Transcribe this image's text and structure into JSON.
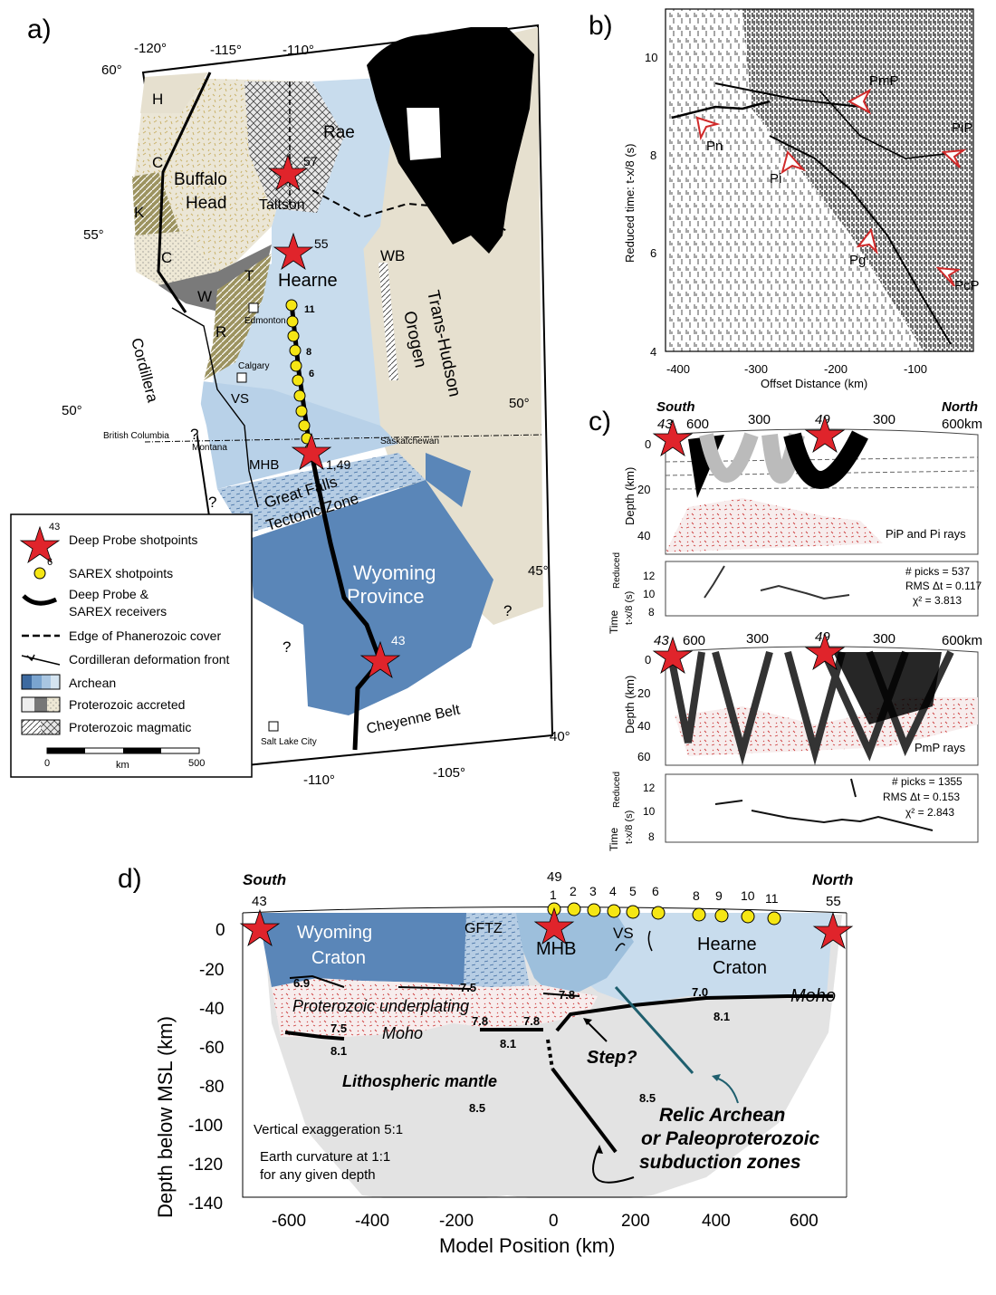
{
  "panel_letters": {
    "a": "a)",
    "b": "b)",
    "c": "c)",
    "d": "d)"
  },
  "colors": {
    "archean_dark": "#5a86b8",
    "archean_mid": "#9dbfdc",
    "archean_light": "#c8dced",
    "proterozoic_tan": "#e6e0cf",
    "relic_line": "#1f5f6e",
    "star_red": "#e0242b",
    "dot_yellow": "#f5e614",
    "mantle_grey": "#e3e3e3",
    "underplating_red": "#cc3b3b"
  },
  "map": {
    "lon_labels": [
      "-120°",
      "-115°",
      "-110°",
      "-110°",
      "-105°"
    ],
    "lat_labels": [
      "60°",
      "55°",
      "50°",
      "50°",
      "45°",
      "40°"
    ],
    "provinces": {
      "H": "H",
      "C1": "C",
      "C2": "C",
      "K": "K",
      "T": "T",
      "W": "W",
      "R": "R",
      "buffalo": "Buffalo",
      "head": "Head",
      "taltson": "Taltson",
      "rae": "Rae",
      "hearne": "Hearne",
      "wb": "WB",
      "trans": "Trans-Hudson",
      "orogen": "Orogen",
      "cordillera": "Cordillera",
      "vs": "VS",
      "mhb": "MHB",
      "great_falls": "Great  Falls",
      "tectonic_zone": "Tectonic Zone",
      "wyoming": "Wyoming",
      "province": "Province",
      "cheyenne": "Cheyenne Belt"
    },
    "places": {
      "edmonton": "Edmonton",
      "calgary": "Calgary",
      "salt_lake": "Salt Lake City",
      "bc": "British Columbia",
      "montana": "Montana",
      "saskatchewan": "Saskatchewan"
    },
    "question": "?",
    "shotpoints": {
      "sp57": "57",
      "sp55": "55",
      "sp49": "1,49",
      "sp43": "43"
    },
    "sarex_labels": {
      "s11": "11",
      "s8": "8",
      "s6": "6"
    },
    "legend": {
      "deep_probe": "Deep Probe shotpoints",
      "deep_probe_num": "43",
      "sarex": "SAREX shotpoints",
      "sarex_num": "6",
      "receivers1": "Deep Probe &",
      "receivers2": "SAREX receivers",
      "phanerozoic": "Edge of Phanerozoic cover",
      "cordilleran": "Cordilleran deformation front",
      "archean": "Archean",
      "prot_accreted": "Proterozoic accreted",
      "prot_magmatic": "Proterozoic magmatic",
      "scale_0": "0",
      "scale_km": "km",
      "scale_500": "500"
    }
  },
  "panel_b": {
    "ylabel": "Reduced time: t-x/8 (s)",
    "xlabel": "Offset Distance (km)",
    "yticks": [
      "4",
      "6",
      "8",
      "10"
    ],
    "xticks": [
      "-400",
      "-300",
      "-200",
      "-100"
    ],
    "phases": {
      "pmp": "PmP",
      "pip": "PiP",
      "pn": "Pn",
      "pi": "Pi",
      "pg": "Pg",
      "pcp": "PcP"
    }
  },
  "panel_c": {
    "south": "South",
    "north": "North",
    "top_ticks": [
      "43",
      "600",
      "300",
      "49",
      "300",
      "600km"
    ],
    "depth_label": "Depth (km)",
    "upper": {
      "depth_ticks": [
        "0",
        "20",
        "40"
      ],
      "rays_label": "PiP and Pi rays",
      "time_label1": "Time",
      "time_label2": "Reduced",
      "time_label3": "t-x/8 (s)",
      "time_ticks": [
        "8",
        "10",
        "12"
      ],
      "stats": [
        "# picks = 537",
        "RMS Δt = 0.117",
        "χ² = 3.813"
      ]
    },
    "lower": {
      "top_ticks": [
        "43",
        "600",
        "300",
        "49",
        "300",
        "600km"
      ],
      "depth_ticks": [
        "0",
        "20",
        "40",
        "60"
      ],
      "rays_label": "PmP  rays",
      "time_label1": "Time",
      "time_label2": "Reduced",
      "time_label3": "t-x/8 (s)",
      "time_ticks": [
        "8",
        "10",
        "12"
      ],
      "stats": [
        "# picks = 1355",
        "RMS Δt = 0.153",
        "χ² = 2.843"
      ]
    }
  },
  "panel_d": {
    "south": "South",
    "north": "North",
    "sp_labels": {
      "s43": "43",
      "s49": "49",
      "s55": "55"
    },
    "sarex_nums": [
      "1",
      "2",
      "3",
      "4",
      "5",
      "6",
      "8",
      "9",
      "10",
      "11"
    ],
    "ylabel": "Depth below MSL (km)",
    "xlabel": "Model Position (km)",
    "yticks": [
      "0",
      "-20",
      "-40",
      "-60",
      "-80",
      "-100",
      "-120",
      "-140"
    ],
    "xticks": [
      "-600",
      "-400",
      "-200",
      "0",
      "200",
      "400",
      "600"
    ],
    "labels": {
      "wyoming": "Wyoming",
      "craton1": "Craton",
      "gftz": "GFTZ",
      "mhb": "MHB",
      "vs": "VS",
      "hearne": "Hearne",
      "craton2": "Craton",
      "underplating": "Proterozoic underplating",
      "moho1": "Moho",
      "moho2": "Moho",
      "step": "Step?",
      "mantle": "Lithospheric mantle",
      "relic1": "Relic Archean",
      "relic2": "or Paleoproterozoic",
      "relic3": "subduction zones",
      "ve": "Vertical exaggeration 5:1",
      "ec1": "Earth curvature at 1:1",
      "ec2": "for any given depth"
    },
    "velocities": {
      "v69": "6.9",
      "v75a": "7.5",
      "v78a": "7.8",
      "v70": "7.0",
      "v81a": "8.1",
      "v75b": "7.5",
      "v81b": "8.1",
      "v78b": "7.8",
      "v78c": "7.8",
      "v81c": "8.1",
      "v85a": "8.5",
      "v85b": "8.5"
    }
  }
}
